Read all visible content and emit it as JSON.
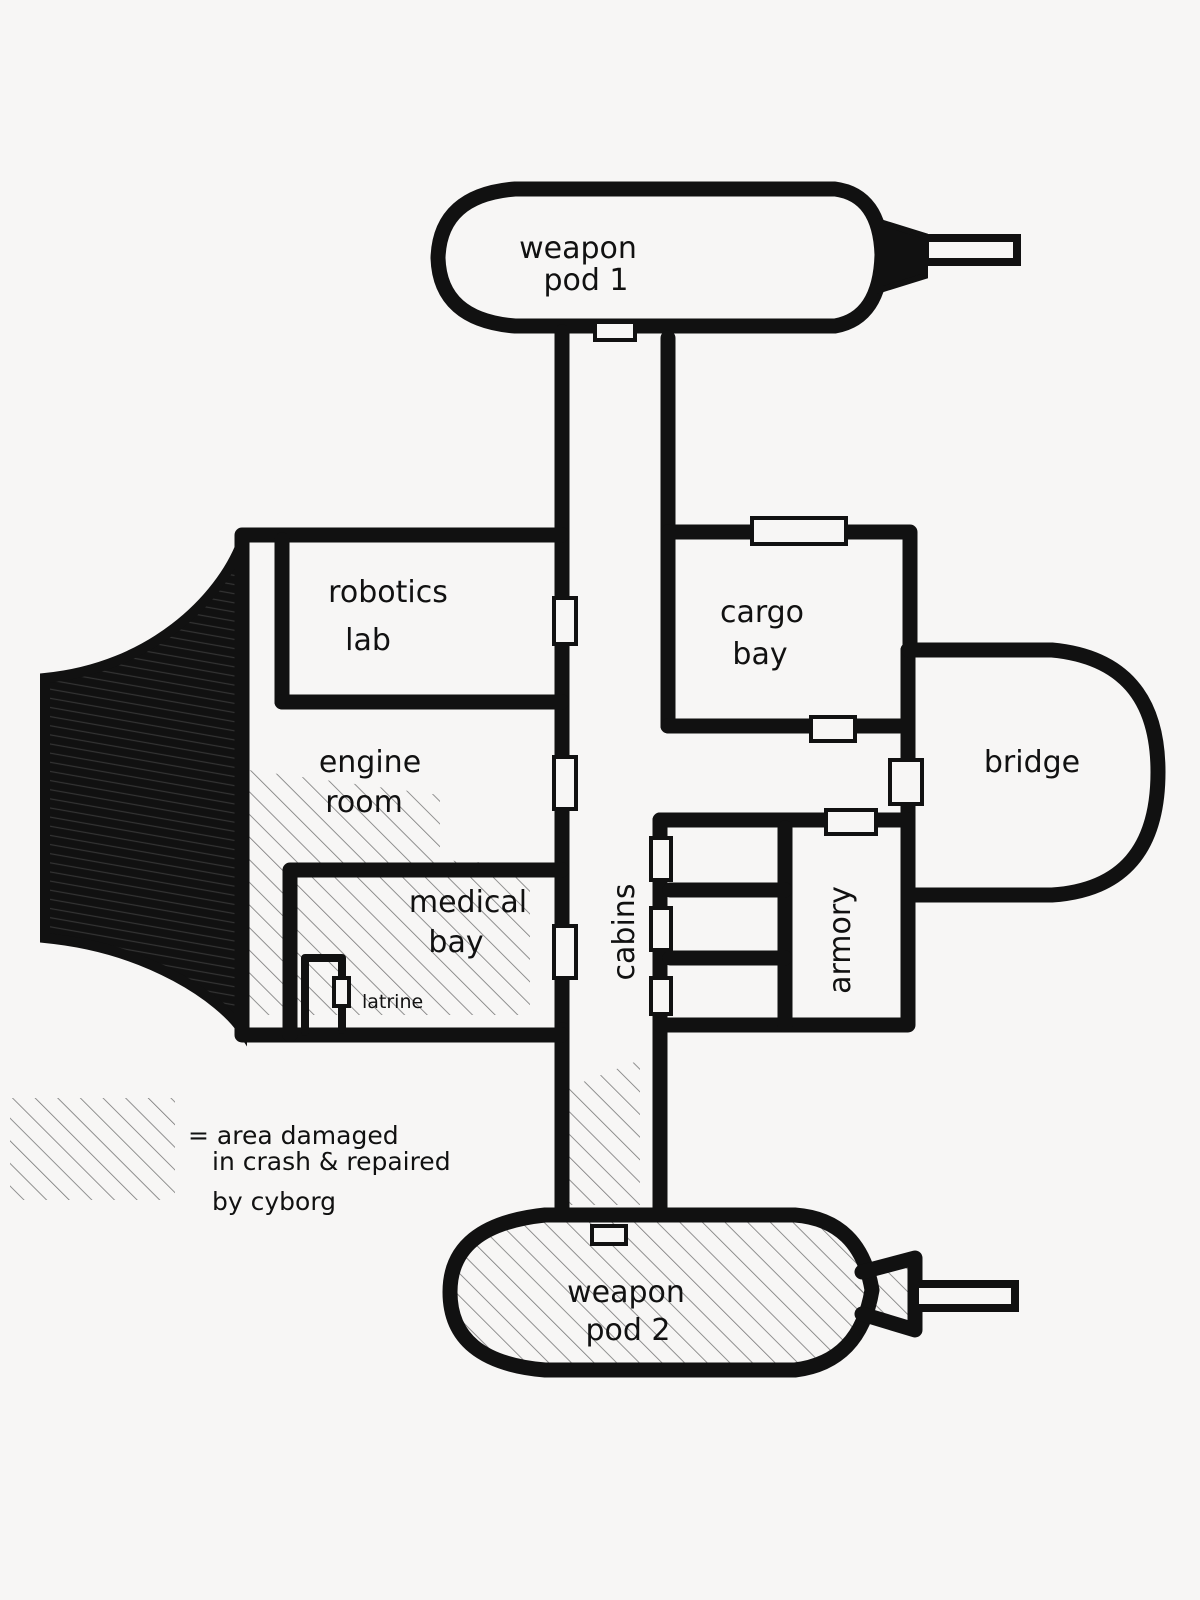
{
  "rooms": {
    "weapon_pod_1": [
      "weapon",
      "pod 1"
    ],
    "robotics_lab": [
      "robotics",
      "lab"
    ],
    "cargo_bay": [
      "cargo",
      "bay"
    ],
    "engine_room": [
      "engine",
      "room"
    ],
    "bridge": "bridge",
    "medical_bay": [
      "medical",
      "bay"
    ],
    "latrine": "latrine",
    "cabins": "cabins",
    "armory": "armory",
    "weapon_pod_2": [
      "weapon",
      "pod 2"
    ]
  },
  "legend": {
    "lines": [
      "= area damaged",
      "in crash & repaired",
      "by cyborg"
    ]
  },
  "colors": {
    "ink": "#111111",
    "paper": "#f7f6f5"
  }
}
